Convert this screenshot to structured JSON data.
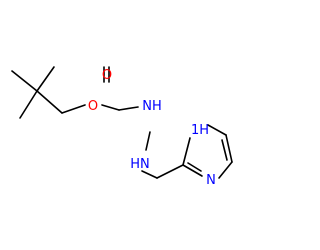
{
  "molecule": {
    "atoms": [
      {
        "id": "o_carbonyl",
        "element": "O",
        "label": "O",
        "color": "#ff0000"
      },
      {
        "id": "o_ester",
        "element": "O",
        "label": "O",
        "color": "#ff0000"
      },
      {
        "id": "n_hydrazide",
        "element": "N",
        "label": "NH",
        "color": "#0000ff"
      },
      {
        "id": "n_hydrazine",
        "element": "N",
        "label": "HN",
        "color": "#0000ff"
      },
      {
        "id": "n_ring_h",
        "element": "N",
        "label": "1H",
        "color": "#0000ff"
      },
      {
        "id": "n_ring",
        "element": "N",
        "label": "N",
        "color": "#0000ff"
      }
    ]
  }
}
